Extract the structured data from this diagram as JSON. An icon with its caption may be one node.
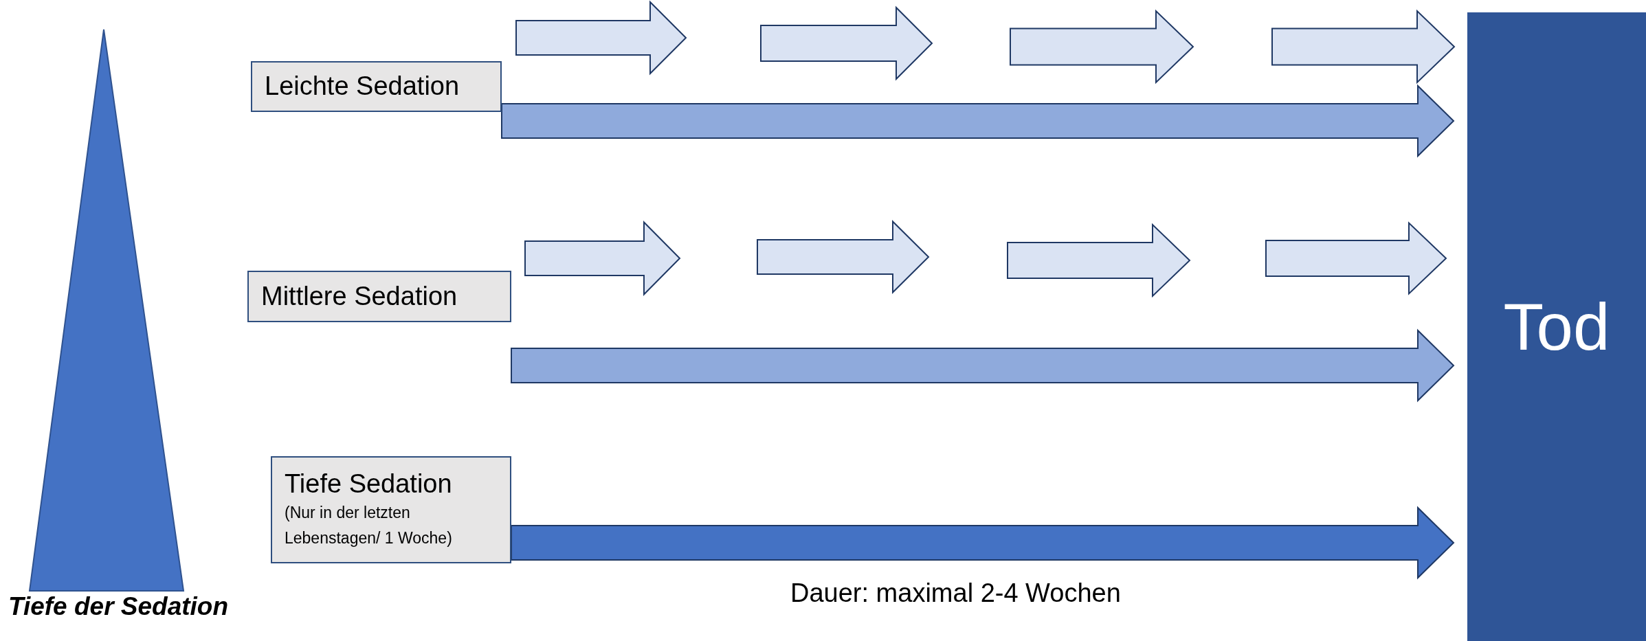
{
  "diagram": {
    "nodes": [
      {
        "text": [
          "Tiefe der Sedation"
        ]
      },
      {
        "text": [
          "Leichte Sedation"
        ]
      },
      {
        "text": [
          "Mittlere Sedation"
        ]
      },
      {
        "text": [
          "Tiefe Sedation",
          "(Nur in der letzten Lebenstagen/ 1 Woche)"
        ]
      },
      {
        "text": [
          "Tod"
        ]
      }
    ],
    "edges": [
      {
        "from": 1,
        "to": 4,
        "arrow": "to",
        "style": "thick"
      },
      {
        "from": 2,
        "to": 4,
        "arrow": "to",
        "style": "thick"
      },
      {
        "from": 3,
        "to": 4,
        "arrow": "to",
        "style": "thick",
        "color": "#4472c4"
      }
    ],
    "labels": [
      "Dauer: maximal 2-4 Wochen"
    ]
  }
}
